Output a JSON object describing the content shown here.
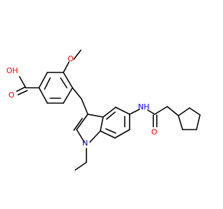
{
  "molecule": {
    "atom_labels": {
      "carboxyl_oh": "OH",
      "carboxyl_o": "O",
      "methoxy_o": "O",
      "indole_n": "N",
      "amide_nh": "NH",
      "amide_o": "O"
    },
    "colors": {
      "bond": "#000000",
      "oxygen": "#ff0000",
      "nitrogen": "#0000ff"
    }
  }
}
